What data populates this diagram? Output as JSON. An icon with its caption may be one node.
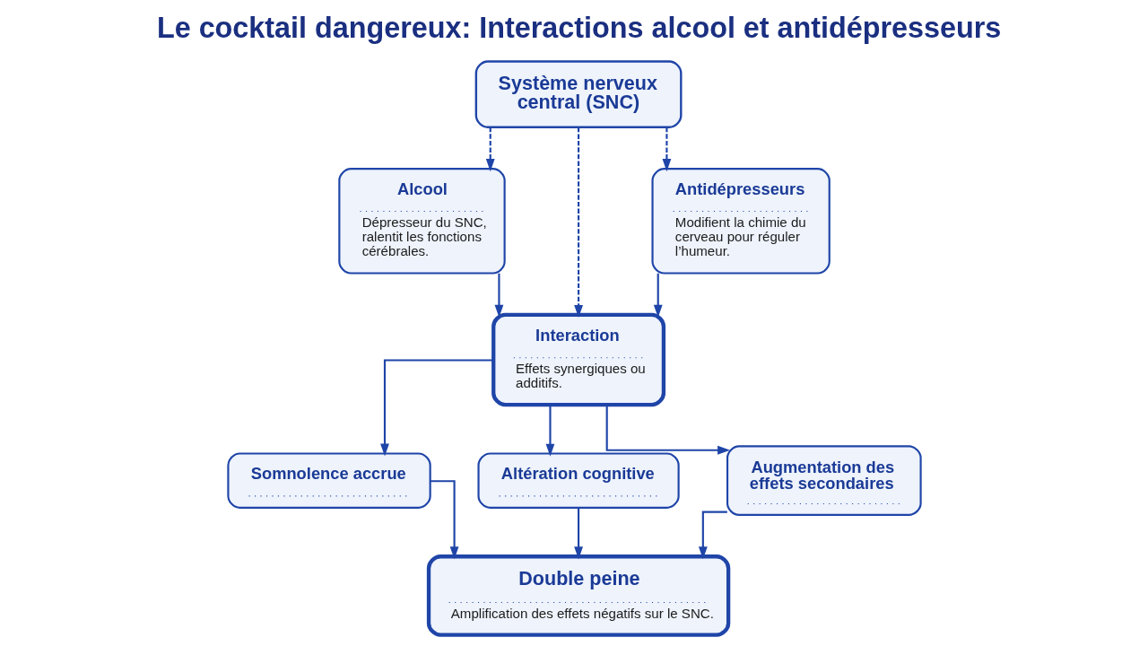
{
  "diagram": {
    "title": "Le cocktail dangereux: Interactions alcool et antidépresseurs",
    "nodes": [
      {
        "text": [
          "Système nerveux central (SNC)"
        ]
      },
      {
        "text": [
          "Alcool",
          "Dépresseur du SNC, ralentit les fonctions cérébrales."
        ]
      },
      {
        "text": [
          "Antidépresseurs",
          "Modifient la chimie du cerveau pour réguler l’humeur."
        ]
      },
      {
        "text": [
          "Interaction",
          "Effets synergiques ou additifs."
        ]
      },
      {
        "text": [
          "Somnolence accrue"
        ]
      },
      {
        "text": [
          "Altération cognitive"
        ]
      },
      {
        "text": [
          "Augmentation des effets secondaires"
        ]
      },
      {
        "text": [
          "Double peine",
          "Amplification des effets négatifs sur le SNC."
        ]
      }
    ],
    "edges": [
      {
        "from": 0,
        "to": 1,
        "arrow": "to",
        "style": "dashed"
      },
      {
        "from": 0,
        "to": 3,
        "arrow": "to",
        "style": "dashed"
      },
      {
        "from": 0,
        "to": 2,
        "arrow": "to",
        "style": "dashed"
      },
      {
        "from": 1,
        "to": 3,
        "arrow": "to"
      },
      {
        "from": 2,
        "to": 3,
        "arrow": "to"
      },
      {
        "from": 3,
        "to": 4,
        "arrow": "to"
      },
      {
        "from": 3,
        "to": 5,
        "arrow": "to"
      },
      {
        "from": 3,
        "to": 6,
        "arrow": "to"
      },
      {
        "from": 4,
        "to": 7,
        "arrow": "to"
      },
      {
        "from": 5,
        "to": 7,
        "arrow": "to"
      },
      {
        "from": 6,
        "to": 7,
        "arrow": "to"
      }
    ]
  }
}
